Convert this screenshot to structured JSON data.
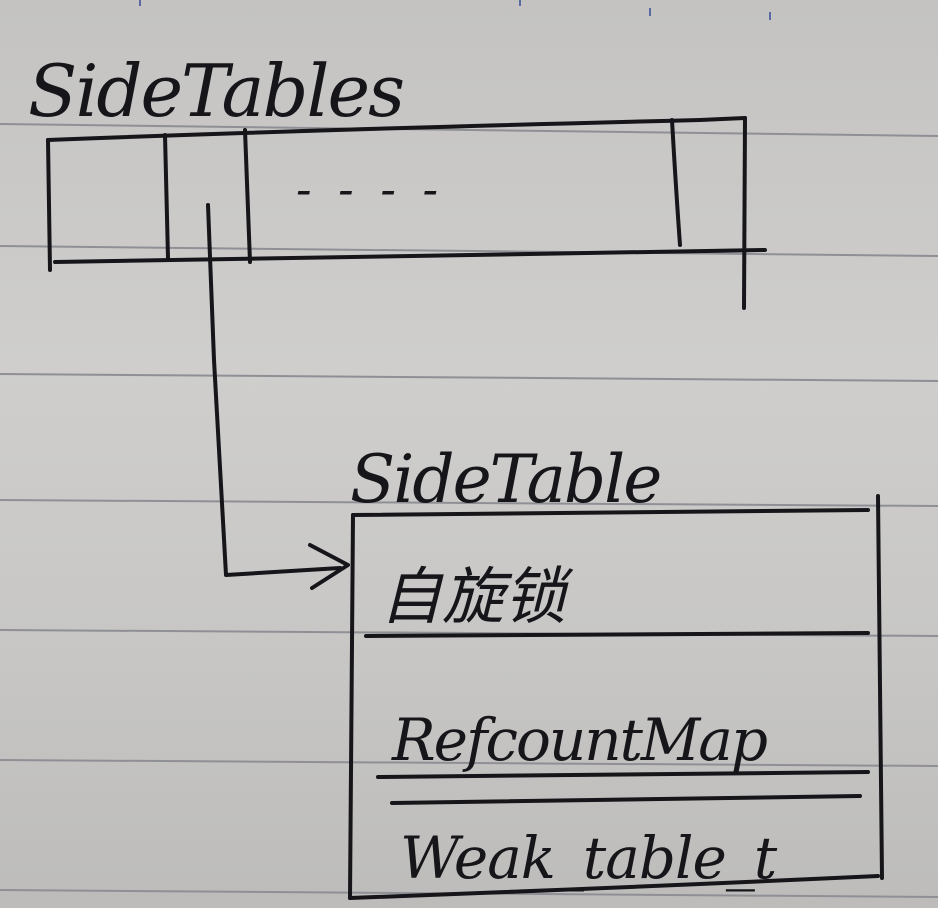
{
  "diagram": {
    "top_label": "SideTables",
    "dots": "- - - -",
    "bottom_label": "SideTable",
    "rows": [
      {
        "label": "自旋锁"
      },
      {
        "label": "RefcountMap"
      },
      {
        "label": "Weak_table_t"
      }
    ]
  },
  "colors": {
    "paper": "#cbcac8",
    "ruling": "#8d8d94",
    "ink": "#15151a"
  }
}
